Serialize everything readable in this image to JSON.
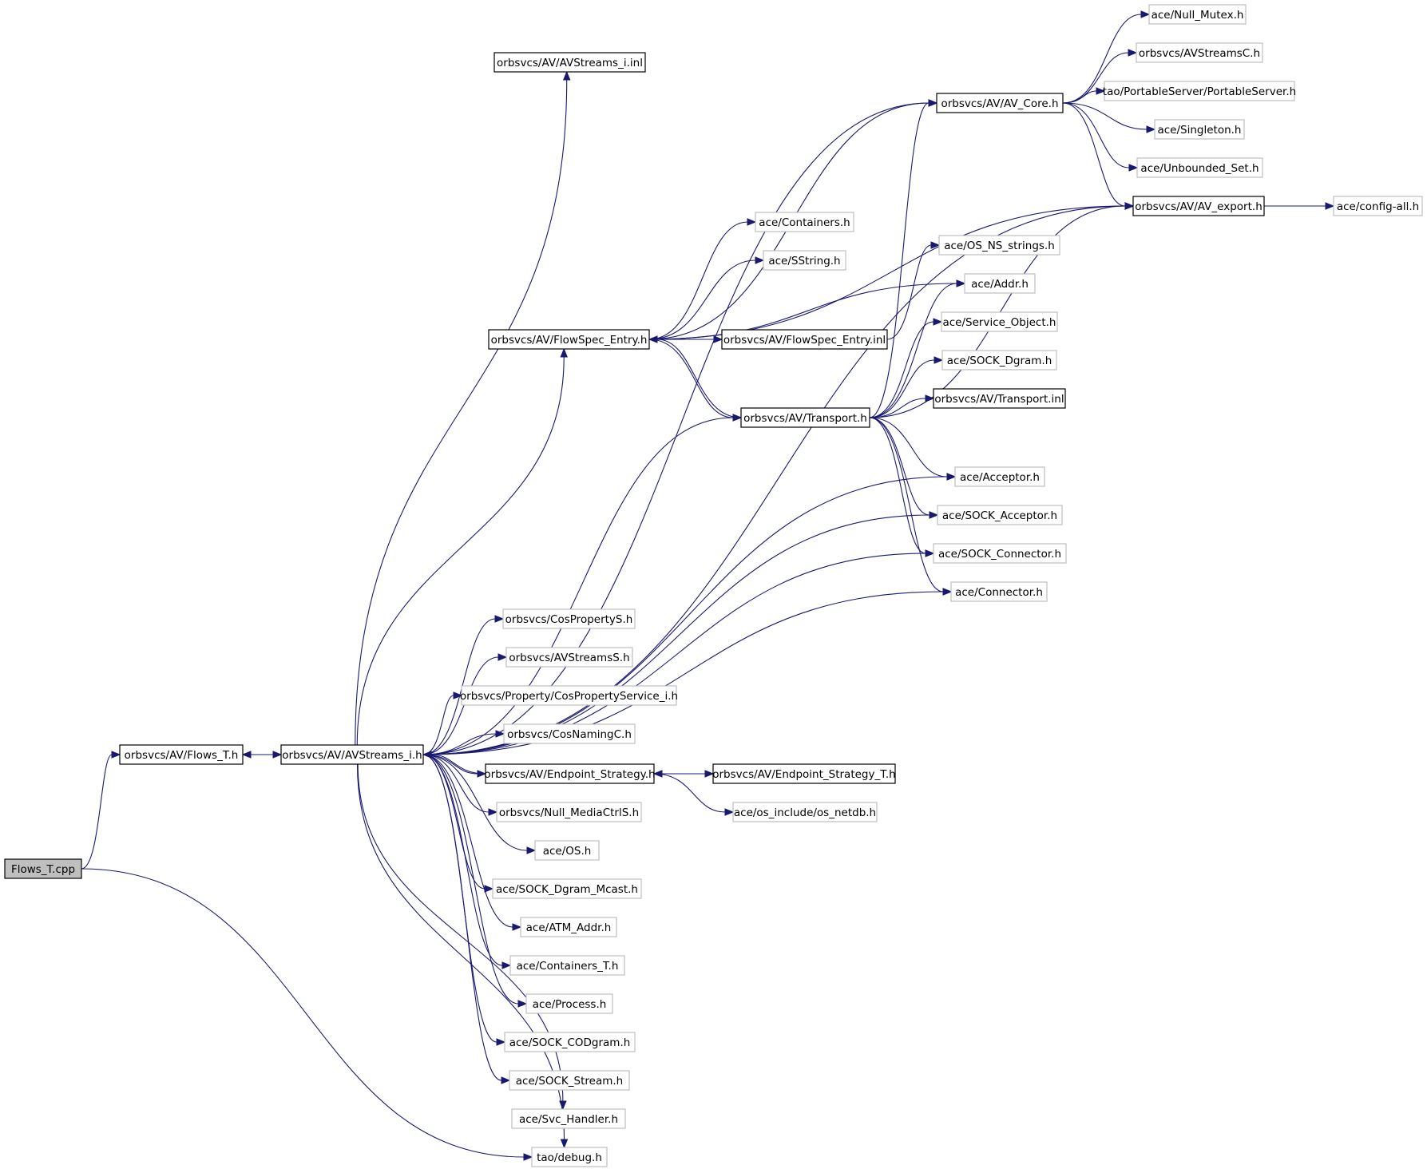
{
  "colors": {
    "edge": "#191970",
    "documented_border": "#000000",
    "undocumented_border": "#bfbfbf",
    "root_fill": "#bfbfbf",
    "node_fill": "#ffffff"
  },
  "nodes": {
    "flows_t_cpp": {
      "label": "Flows_T.cpp",
      "style": "root"
    },
    "flows_t_h": {
      "label": "orbsvcs/AV/Flows_T.h",
      "style": "documented"
    },
    "avstreams_i_h": {
      "label": "orbsvcs/AV/AVStreams_i.h",
      "style": "documented"
    },
    "avstreams_i_inl": {
      "label": "orbsvcs/AV/AVStreams_i.inl",
      "style": "documented"
    },
    "av_core_h": {
      "label": "orbsvcs/AV/AV_Core.h",
      "style": "documented"
    },
    "null_mutex_h": {
      "label": "ace/Null_Mutex.h",
      "style": "external"
    },
    "avstreamsc_h": {
      "label": "orbsvcs/AVStreamsC.h",
      "style": "external"
    },
    "portableserver_h": {
      "label": "tao/PortableServer/PortableServer.h",
      "style": "external"
    },
    "singleton_h": {
      "label": "ace/Singleton.h",
      "style": "external"
    },
    "unbounded_set_h": {
      "label": "ace/Unbounded_Set.h",
      "style": "external"
    },
    "av_export_h": {
      "label": "orbsvcs/AV/AV_export.h",
      "style": "documented"
    },
    "config_all_h": {
      "label": "ace/config-all.h",
      "style": "external"
    },
    "containers_h": {
      "label": "ace/Containers.h",
      "style": "external"
    },
    "sstring_h": {
      "label": "ace/SString.h",
      "style": "external"
    },
    "os_ns_strings_h": {
      "label": "ace/OS_NS_strings.h",
      "style": "external"
    },
    "addr_h": {
      "label": "ace/Addr.h",
      "style": "external"
    },
    "flowspec_entry_h": {
      "label": "orbsvcs/AV/FlowSpec_Entry.h",
      "style": "documented"
    },
    "flowspec_entry_inl": {
      "label": "orbsvcs/AV/FlowSpec_Entry.inl",
      "style": "documented"
    },
    "service_object_h": {
      "label": "ace/Service_Object.h",
      "style": "external"
    },
    "sock_dgram_h": {
      "label": "ace/SOCK_Dgram.h",
      "style": "external"
    },
    "transport_inl": {
      "label": "orbsvcs/AV/Transport.inl",
      "style": "documented"
    },
    "transport_h": {
      "label": "orbsvcs/AV/Transport.h",
      "style": "documented"
    },
    "acceptor_h": {
      "label": "ace/Acceptor.h",
      "style": "external"
    },
    "sock_acceptor_h": {
      "label": "ace/SOCK_Acceptor.h",
      "style": "external"
    },
    "sock_connector_h": {
      "label": "ace/SOCK_Connector.h",
      "style": "external"
    },
    "connector_h": {
      "label": "ace/Connector.h",
      "style": "external"
    },
    "cospropertys_h": {
      "label": "orbsvcs/CosPropertyS.h",
      "style": "external"
    },
    "avstreamss_h": {
      "label": "orbsvcs/AVStreamsS.h",
      "style": "external"
    },
    "cospropertyservice_i_h": {
      "label": "orbsvcs/Property/CosPropertyService_i.h",
      "style": "external"
    },
    "cosnamingc_h": {
      "label": "orbsvcs/CosNamingC.h",
      "style": "external"
    },
    "endpoint_strategy_h": {
      "label": "orbsvcs/AV/Endpoint_Strategy.h",
      "style": "documented"
    },
    "endpoint_strategy_t_h": {
      "label": "orbsvcs/AV/Endpoint_Strategy_T.h",
      "style": "documented"
    },
    "os_netdb_h": {
      "label": "ace/os_include/os_netdb.h",
      "style": "external"
    },
    "null_mediactrls_h": {
      "label": "orbsvcs/Null_MediaCtrlS.h",
      "style": "external"
    },
    "os_h": {
      "label": "ace/OS.h",
      "style": "external"
    },
    "sock_dgram_mcast_h": {
      "label": "ace/SOCK_Dgram_Mcast.h",
      "style": "external"
    },
    "atm_addr_h": {
      "label": "ace/ATM_Addr.h",
      "style": "external"
    },
    "containers_t_h": {
      "label": "ace/Containers_T.h",
      "style": "external"
    },
    "process_h": {
      "label": "ace/Process.h",
      "style": "external"
    },
    "sock_codgram_h": {
      "label": "ace/SOCK_CODgram.h",
      "style": "external"
    },
    "sock_stream_h": {
      "label": "ace/SOCK_Stream.h",
      "style": "external"
    },
    "svc_handler_h": {
      "label": "ace/Svc_Handler.h",
      "style": "external"
    },
    "debug_h": {
      "label": "tao/debug.h",
      "style": "external"
    }
  },
  "edges": [
    {
      "from": "flows_t_cpp",
      "to": "flows_t_h"
    },
    {
      "from": "flows_t_cpp",
      "to": "debug_h"
    },
    {
      "from": "flows_t_h",
      "to": "avstreams_i_h"
    },
    {
      "from": "avstreams_i_h",
      "to": "flows_t_h"
    },
    {
      "from": "avstreams_i_h",
      "to": "avstreams_i_inl"
    },
    {
      "from": "avstreams_i_h",
      "to": "av_core_h"
    },
    {
      "from": "avstreams_i_h",
      "to": "av_export_h"
    },
    {
      "from": "avstreams_i_h",
      "to": "flowspec_entry_h"
    },
    {
      "from": "avstreams_i_h",
      "to": "transport_h"
    },
    {
      "from": "avstreams_i_h",
      "to": "acceptor_h"
    },
    {
      "from": "avstreams_i_h",
      "to": "sock_acceptor_h"
    },
    {
      "from": "avstreams_i_h",
      "to": "sock_connector_h"
    },
    {
      "from": "avstreams_i_h",
      "to": "connector_h"
    },
    {
      "from": "avstreams_i_h",
      "to": "cospropertys_h"
    },
    {
      "from": "avstreams_i_h",
      "to": "avstreamss_h"
    },
    {
      "from": "avstreams_i_h",
      "to": "cospropertyservice_i_h"
    },
    {
      "from": "avstreams_i_h",
      "to": "cosnamingc_h"
    },
    {
      "from": "avstreams_i_h",
      "to": "endpoint_strategy_h"
    },
    {
      "from": "avstreams_i_h",
      "to": "null_mediactrls_h"
    },
    {
      "from": "avstreams_i_h",
      "to": "os_h"
    },
    {
      "from": "avstreams_i_h",
      "to": "sock_dgram_mcast_h"
    },
    {
      "from": "avstreams_i_h",
      "to": "atm_addr_h"
    },
    {
      "from": "avstreams_i_h",
      "to": "containers_t_h"
    },
    {
      "from": "avstreams_i_h",
      "to": "process_h"
    },
    {
      "from": "avstreams_i_h",
      "to": "sock_codgram_h"
    },
    {
      "from": "avstreams_i_h",
      "to": "sock_stream_h"
    },
    {
      "from": "avstreams_i_h",
      "to": "svc_handler_h"
    },
    {
      "from": "avstreams_i_h",
      "to": "debug_h"
    },
    {
      "from": "av_core_h",
      "to": "null_mutex_h"
    },
    {
      "from": "av_core_h",
      "to": "avstreamsc_h"
    },
    {
      "from": "av_core_h",
      "to": "portableserver_h"
    },
    {
      "from": "av_core_h",
      "to": "singleton_h"
    },
    {
      "from": "av_core_h",
      "to": "unbounded_set_h"
    },
    {
      "from": "av_core_h",
      "to": "av_export_h"
    },
    {
      "from": "av_export_h",
      "to": "config_all_h"
    },
    {
      "from": "flowspec_entry_h",
      "to": "av_core_h"
    },
    {
      "from": "flowspec_entry_h",
      "to": "containers_h"
    },
    {
      "from": "flowspec_entry_h",
      "to": "sstring_h"
    },
    {
      "from": "flowspec_entry_h",
      "to": "av_export_h"
    },
    {
      "from": "flowspec_entry_h",
      "to": "flowspec_entry_inl"
    },
    {
      "from": "flowspec_entry_h",
      "to": "transport_h"
    },
    {
      "from": "flowspec_entry_h",
      "to": "addr_h"
    },
    {
      "from": "flowspec_entry_inl",
      "to": "os_ns_strings_h"
    },
    {
      "from": "transport_h",
      "to": "flowspec_entry_h"
    },
    {
      "from": "transport_h",
      "to": "av_core_h"
    },
    {
      "from": "transport_h",
      "to": "av_export_h"
    },
    {
      "from": "transport_h",
      "to": "addr_h"
    },
    {
      "from": "transport_h",
      "to": "service_object_h"
    },
    {
      "from": "transport_h",
      "to": "sock_dgram_h"
    },
    {
      "from": "transport_h",
      "to": "transport_inl"
    },
    {
      "from": "transport_h",
      "to": "acceptor_h"
    },
    {
      "from": "transport_h",
      "to": "sock_acceptor_h"
    },
    {
      "from": "transport_h",
      "to": "sock_connector_h"
    },
    {
      "from": "transport_h",
      "to": "connector_h"
    },
    {
      "from": "endpoint_strategy_h",
      "to": "avstreams_i_h"
    },
    {
      "from": "endpoint_strategy_h",
      "to": "endpoint_strategy_t_h"
    },
    {
      "from": "endpoint_strategy_h",
      "to": "os_netdb_h"
    },
    {
      "from": "endpoint_strategy_t_h",
      "to": "endpoint_strategy_h"
    }
  ]
}
